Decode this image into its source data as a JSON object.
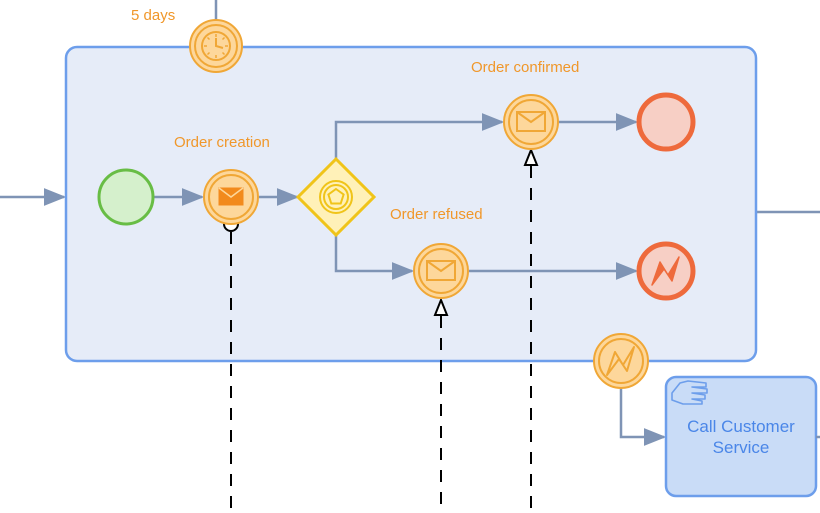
{
  "diagram": {
    "timer_label": "5 days",
    "order_creation_label": "Order creation",
    "order_confirmed_label": "Order confirmed",
    "order_refused_label": "Order refused",
    "call_task_line1": "Call Customer",
    "call_task_line2": "Service"
  },
  "icons": {
    "timer": "clock-icon",
    "message": "envelope-icon",
    "gateway": "pentagon-icon",
    "error": "lightning-bolt-icon",
    "manual_task": "hand-icon"
  },
  "colors": {
    "subprocess_fill": "#e6ecf8",
    "subprocess_stroke": "#6d9eeb",
    "flow": "#7f94b5",
    "event_fill": "#fdd79b",
    "event_stroke": "#f0a736",
    "start_fill": "#d5f0cc",
    "start_stroke": "#68bd45",
    "end_fill": "#f7cfc5",
    "end_stroke": "#ee6a3c",
    "gateway_fill": "#fff1b8",
    "gateway_stroke": "#f0c419",
    "task_fill": "#c9dcf7",
    "task_stroke": "#6d9eeb",
    "label": "#f0972a"
  }
}
